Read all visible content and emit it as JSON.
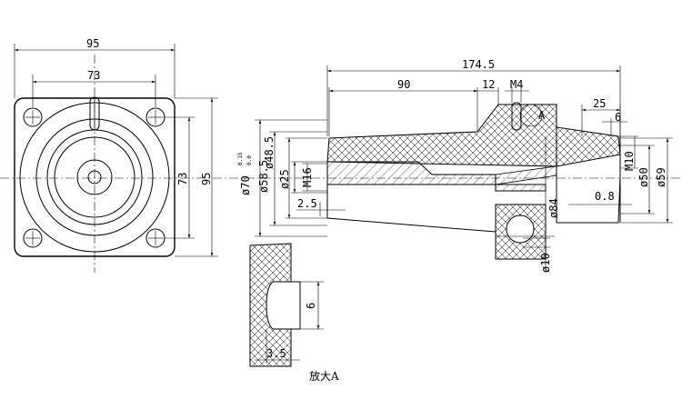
{
  "front_view": {
    "dims": {
      "overall_width": "95",
      "hole_spacing_width": "73",
      "hole_spacing_height": "73",
      "overall_height": "95"
    }
  },
  "side_view": {
    "dims": {
      "total_length": "174.5",
      "length_90": "90",
      "length_12": "12",
      "thread_m4": "M4",
      "detail_label": "A",
      "length_25": "25",
      "length_6": "6",
      "dia_70": "ø70",
      "tol_upper": "0.15",
      "tol_lower": "0.0",
      "dia_58_5": "ø58.5",
      "dia_48_5": "ø48.5",
      "dia_25": "ø25",
      "thread_m16": "M16",
      "length_2_5": "2.5",
      "dia_84": "ø84",
      "thread_m10": "M10",
      "dia_50": "ø50",
      "dia_59": "ø59",
      "gap_0_8": "0.8",
      "dia_10": "ø10"
    }
  },
  "detail_view": {
    "dims": {
      "height_6": "6",
      "depth_3_5": "3.5"
    },
    "caption": "放大A"
  }
}
